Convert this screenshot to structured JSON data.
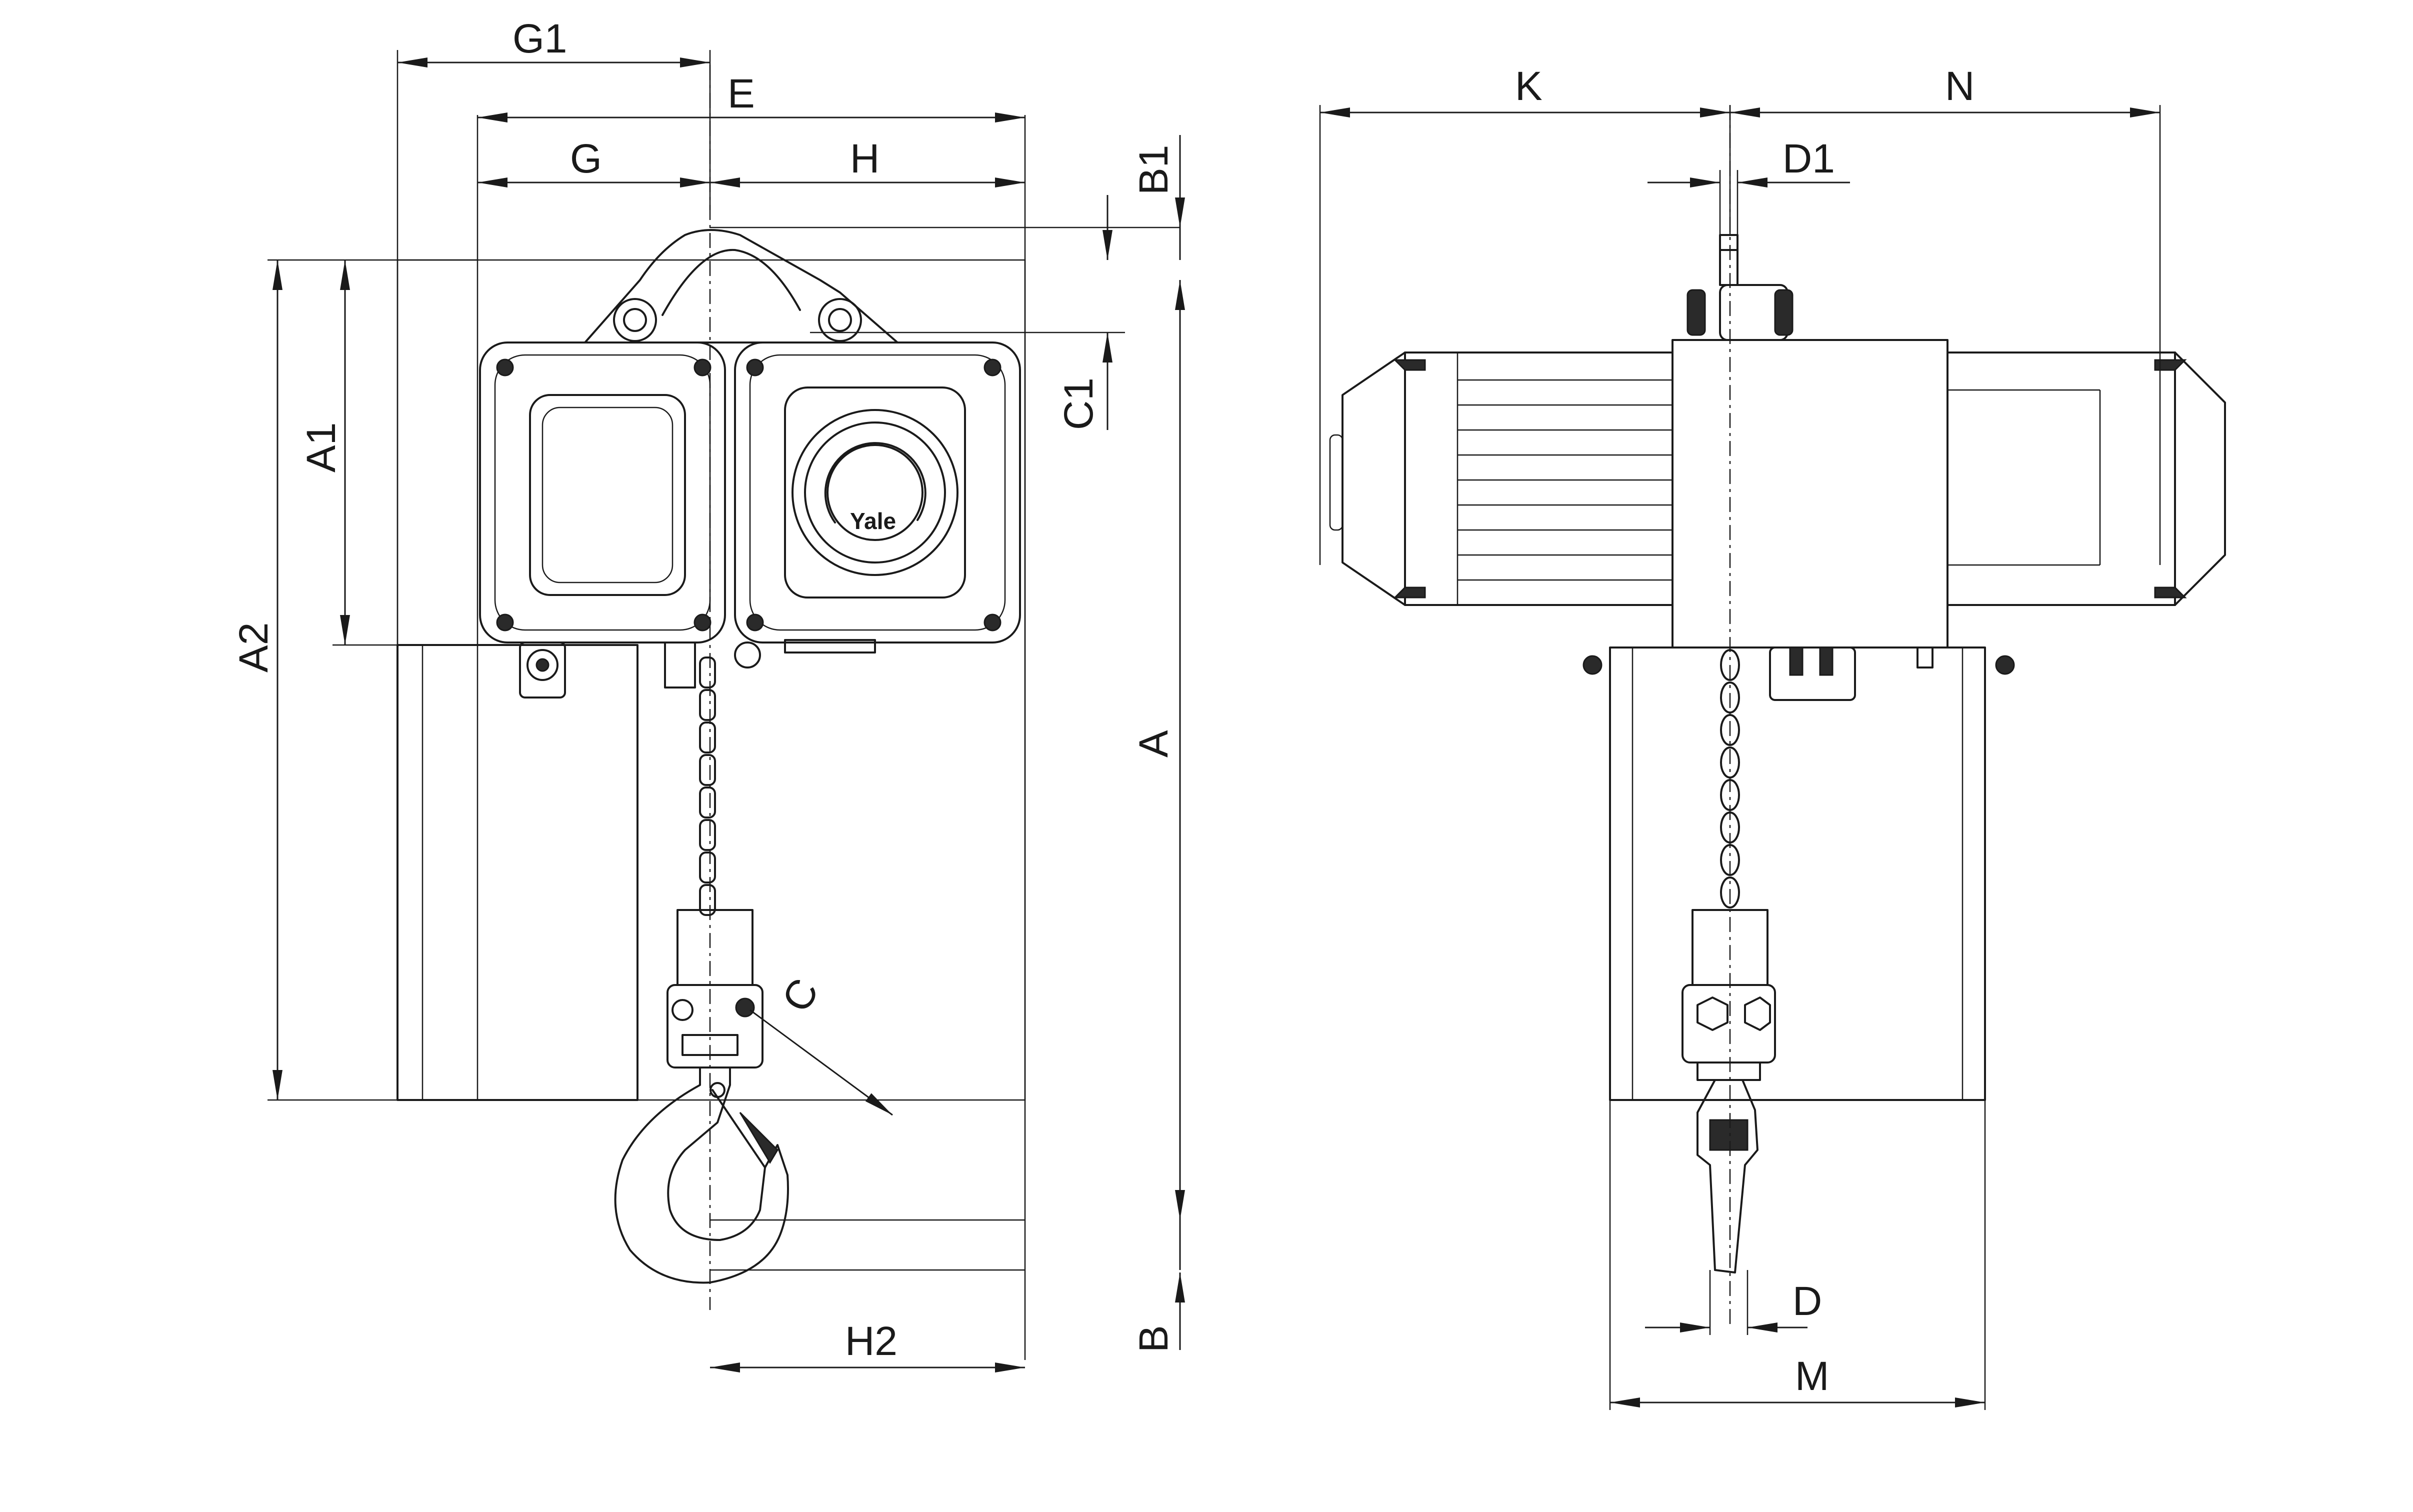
{
  "labels": {
    "G1": "G1",
    "E": "E",
    "G": "G",
    "H": "H",
    "B1": "B1",
    "C1": "C1",
    "A1": "A1",
    "A2": "A2",
    "A": "A",
    "C": "C",
    "H2": "H2",
    "B": "B",
    "K": "K",
    "N": "N",
    "D1": "D1",
    "D": "D",
    "M": "M"
  },
  "brand": "Yale",
  "colors": {
    "line": "#1a1a1a",
    "background": "#ffffff"
  }
}
